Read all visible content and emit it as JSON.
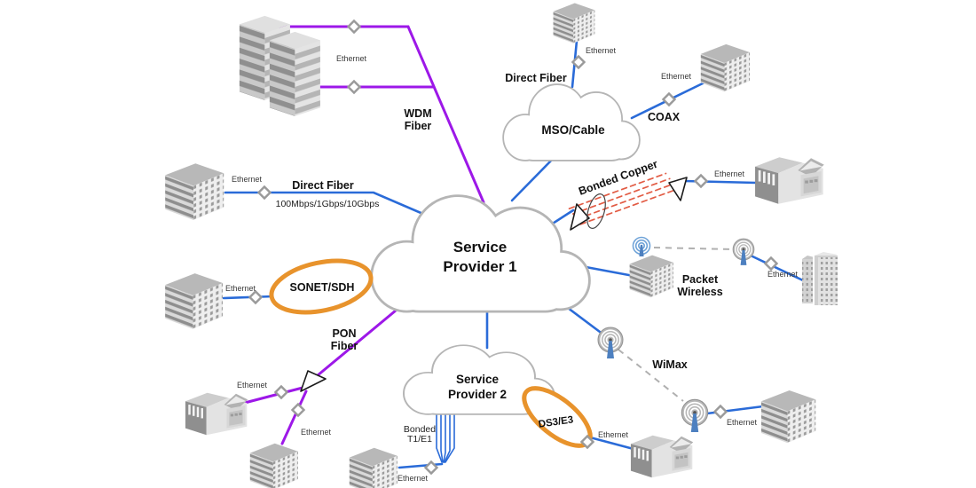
{
  "colors": {
    "blue": "#2a6bd8",
    "purple": "#9d18e8",
    "orange": "#e8932c",
    "red": "#e25c45",
    "cloud_stroke": "#b5b5b5",
    "dash_gray": "#b0b0b0"
  },
  "clouds": {
    "sp1_line1": "Service",
    "sp1_line2": "Provider 1",
    "sp2_line1": "Service",
    "sp2_line2": "Provider 2",
    "mso": "MSO/Cable"
  },
  "labels": {
    "wdm1": "WDM",
    "wdm2": "Fiber",
    "direct_fiber_top": "Direct Fiber",
    "direct_fiber_left": "Direct Fiber",
    "speeds": "100Mbps/1Gbps/10Gbps",
    "sonet": "SONET/SDH",
    "pon1": "PON",
    "pon2": "Fiber",
    "bonded_copper": "Bonded Copper",
    "coax": "COAX",
    "pw1": "Packet",
    "pw2": "Wireless",
    "wimax": "WiMax",
    "ds3": "DS3/E3",
    "t1_1": "Bonded",
    "t1_2": "T1/E1",
    "ethernet": "Ethernet"
  }
}
